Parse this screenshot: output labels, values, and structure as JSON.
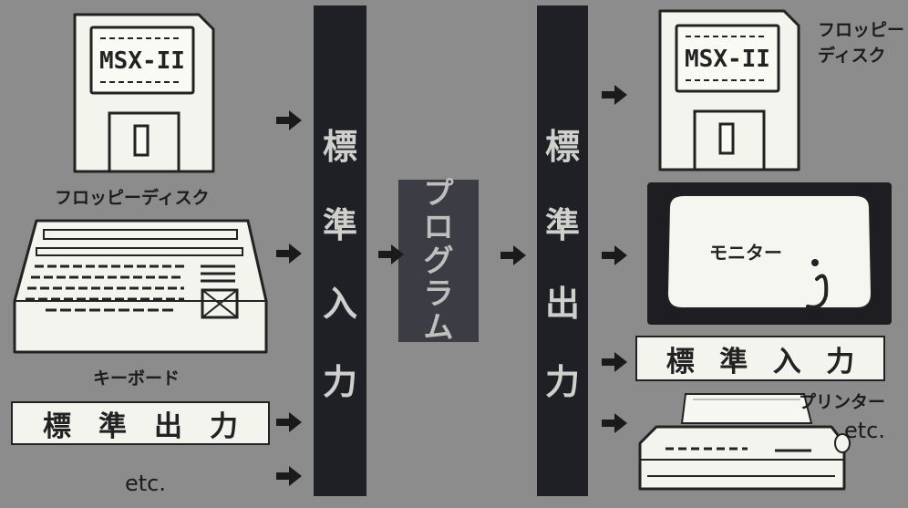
{
  "colors": {
    "background": "#8c8c8c",
    "column_bar": "#1f2026",
    "program_box": "#3b3c44",
    "paper": "#f4f4ee",
    "ink": "#222222"
  },
  "inputs": {
    "floppy_label": "フロッピーディスク",
    "floppy_disk_text": "MSX-II",
    "keyboard_label": "キーボード",
    "stdout_box": [
      "標",
      "準",
      "出",
      "力"
    ],
    "etc": "etc."
  },
  "stdin_column": [
    "標",
    "準",
    "入",
    "力"
  ],
  "program": [
    "プ",
    "ロ",
    "グ",
    "ラ",
    "ム"
  ],
  "stdout_column": [
    "標",
    "準",
    "出",
    "力"
  ],
  "outputs": {
    "floppy_label_line1": "フロッピー",
    "floppy_label_line2": "ディスク",
    "floppy_disk_text": "MSX-II",
    "monitor_text": "モニター",
    "stdin_box": [
      "標",
      "準",
      "入",
      "力"
    ],
    "printer_label": "プリンター",
    "etc": "etc."
  },
  "icons": {
    "arrow": "right-arrow-icon",
    "floppy": "floppy-disk-icon",
    "keyboard": "keyboard-icon",
    "monitor": "monitor-icon",
    "printer": "printer-icon"
  }
}
